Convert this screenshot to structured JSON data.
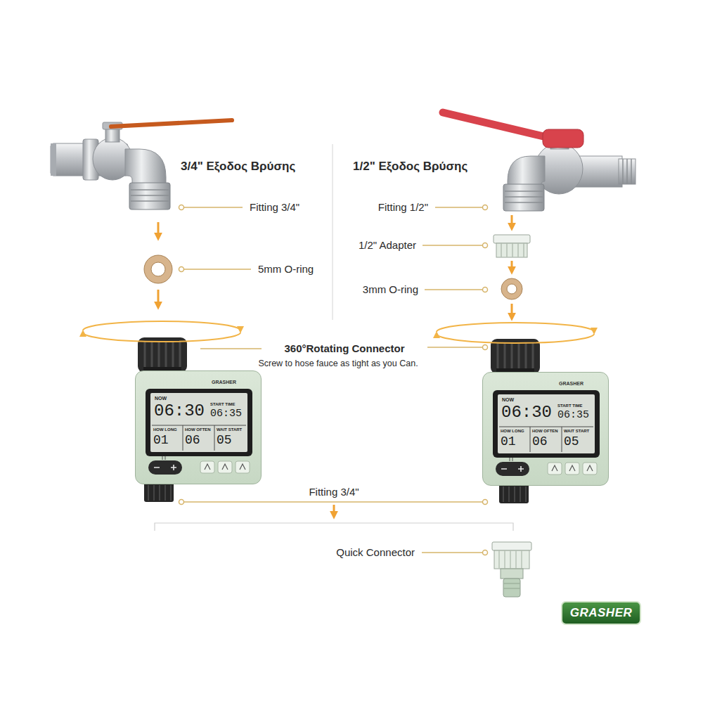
{
  "diagram": {
    "nodes": [
      {
        "text": [
          "GRASHER",
          "NOW",
          "06:30",
          "START TIME",
          "06:35",
          "HOW LONG",
          "01",
          "HOW OFTEN",
          "06",
          "WAIT START",
          "05"
        ]
      },
      {
        "text": [
          "GRASHER",
          "NOW",
          "06:30",
          "START TIME",
          "06:35",
          "HOW LONG",
          "01",
          "HOW OFTEN",
          "06",
          "WAIT START",
          "05"
        ]
      }
    ],
    "labels": [
      "3/4\" Εξοδος Βρύσης",
      "1/2\" Εξοδος Βρύσης",
      "Fitting 3/4\"",
      "Fitting 1/2\"",
      "1/2\" Adapter",
      "5mm O-ring",
      "3mm O-ring",
      "360°Rotating Connector",
      "Screw to hose fauce as tight as you Can.",
      "Fitting 3/4\"",
      "Quick Connector",
      "GRASHER"
    ]
  }
}
